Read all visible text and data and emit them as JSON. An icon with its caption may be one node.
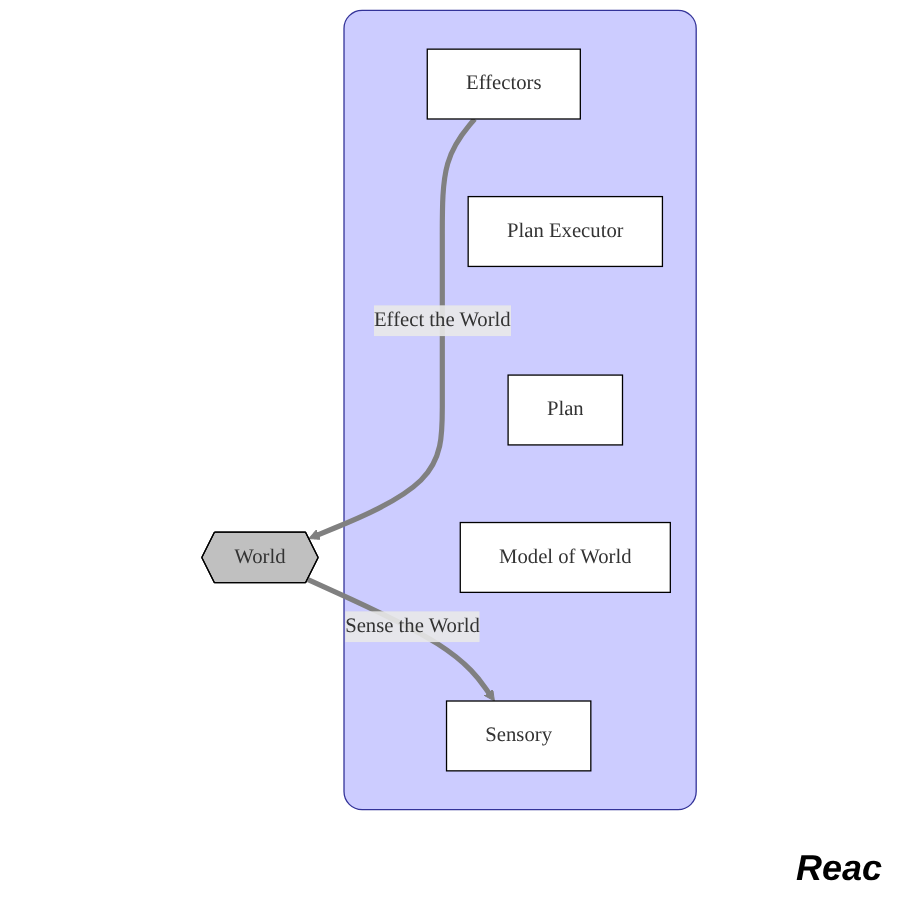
{
  "diagram": {
    "nodes": [
      {
        "text": [],
        "shape": "box"
      },
      {
        "text": [
          "Effectors"
        ],
        "in": 0
      },
      {
        "text": [
          "Plan Executor"
        ],
        "in": 0
      },
      {
        "text": [
          "Plan"
        ],
        "in": 0
      },
      {
        "text": [
          "Model of World"
        ],
        "in": 0
      },
      {
        "text": [
          "Sensory"
        ],
        "in": 0
      },
      {
        "text": [
          "World"
        ]
      }
    ],
    "edges": [
      {
        "from": 1,
        "to": 6,
        "arrow": "to",
        "label": "Effect the World"
      },
      {
        "from": 6,
        "to": 5,
        "arrow": "to",
        "label": "Sense the World"
      }
    ],
    "labels": [
      "Reac"
    ]
  }
}
